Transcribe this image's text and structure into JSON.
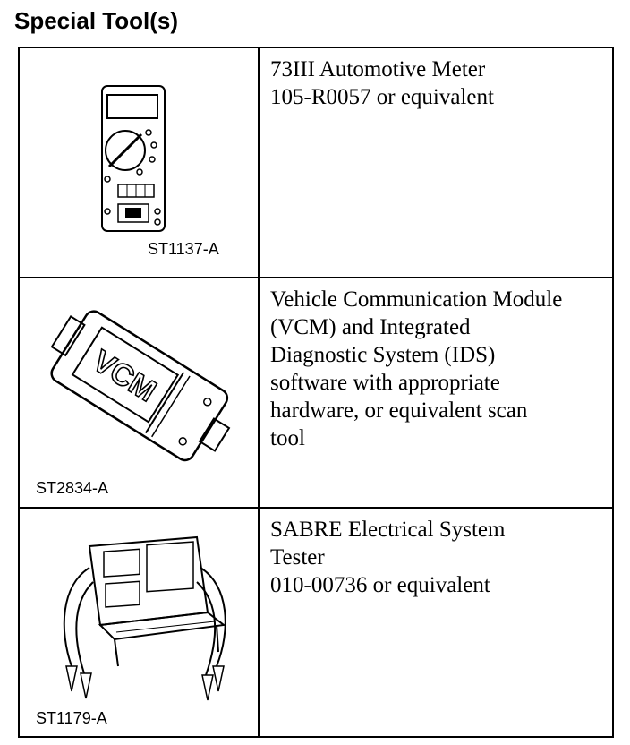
{
  "page": {
    "title": "Special Tool(s)"
  },
  "tools": [
    {
      "figure_id": "ST1137-A",
      "description_lines": [
        "73III Automotive Meter",
        "105-R0057 or equivalent"
      ]
    },
    {
      "figure_id": "ST2834-A",
      "description_lines": [
        "Vehicle Communication Module",
        "(VCM) and Integrated",
        "Diagnostic System (IDS)",
        "software with appropriate",
        "hardware, or equivalent scan",
        "tool"
      ]
    },
    {
      "figure_id": "ST1179-A",
      "description_lines": [
        "SABRE Electrical System",
        "Tester",
        "010-00736 or equivalent"
      ]
    }
  ],
  "icons": [
    "multimeter-icon",
    "vcm-module-icon",
    "electrical-tester-icon"
  ]
}
